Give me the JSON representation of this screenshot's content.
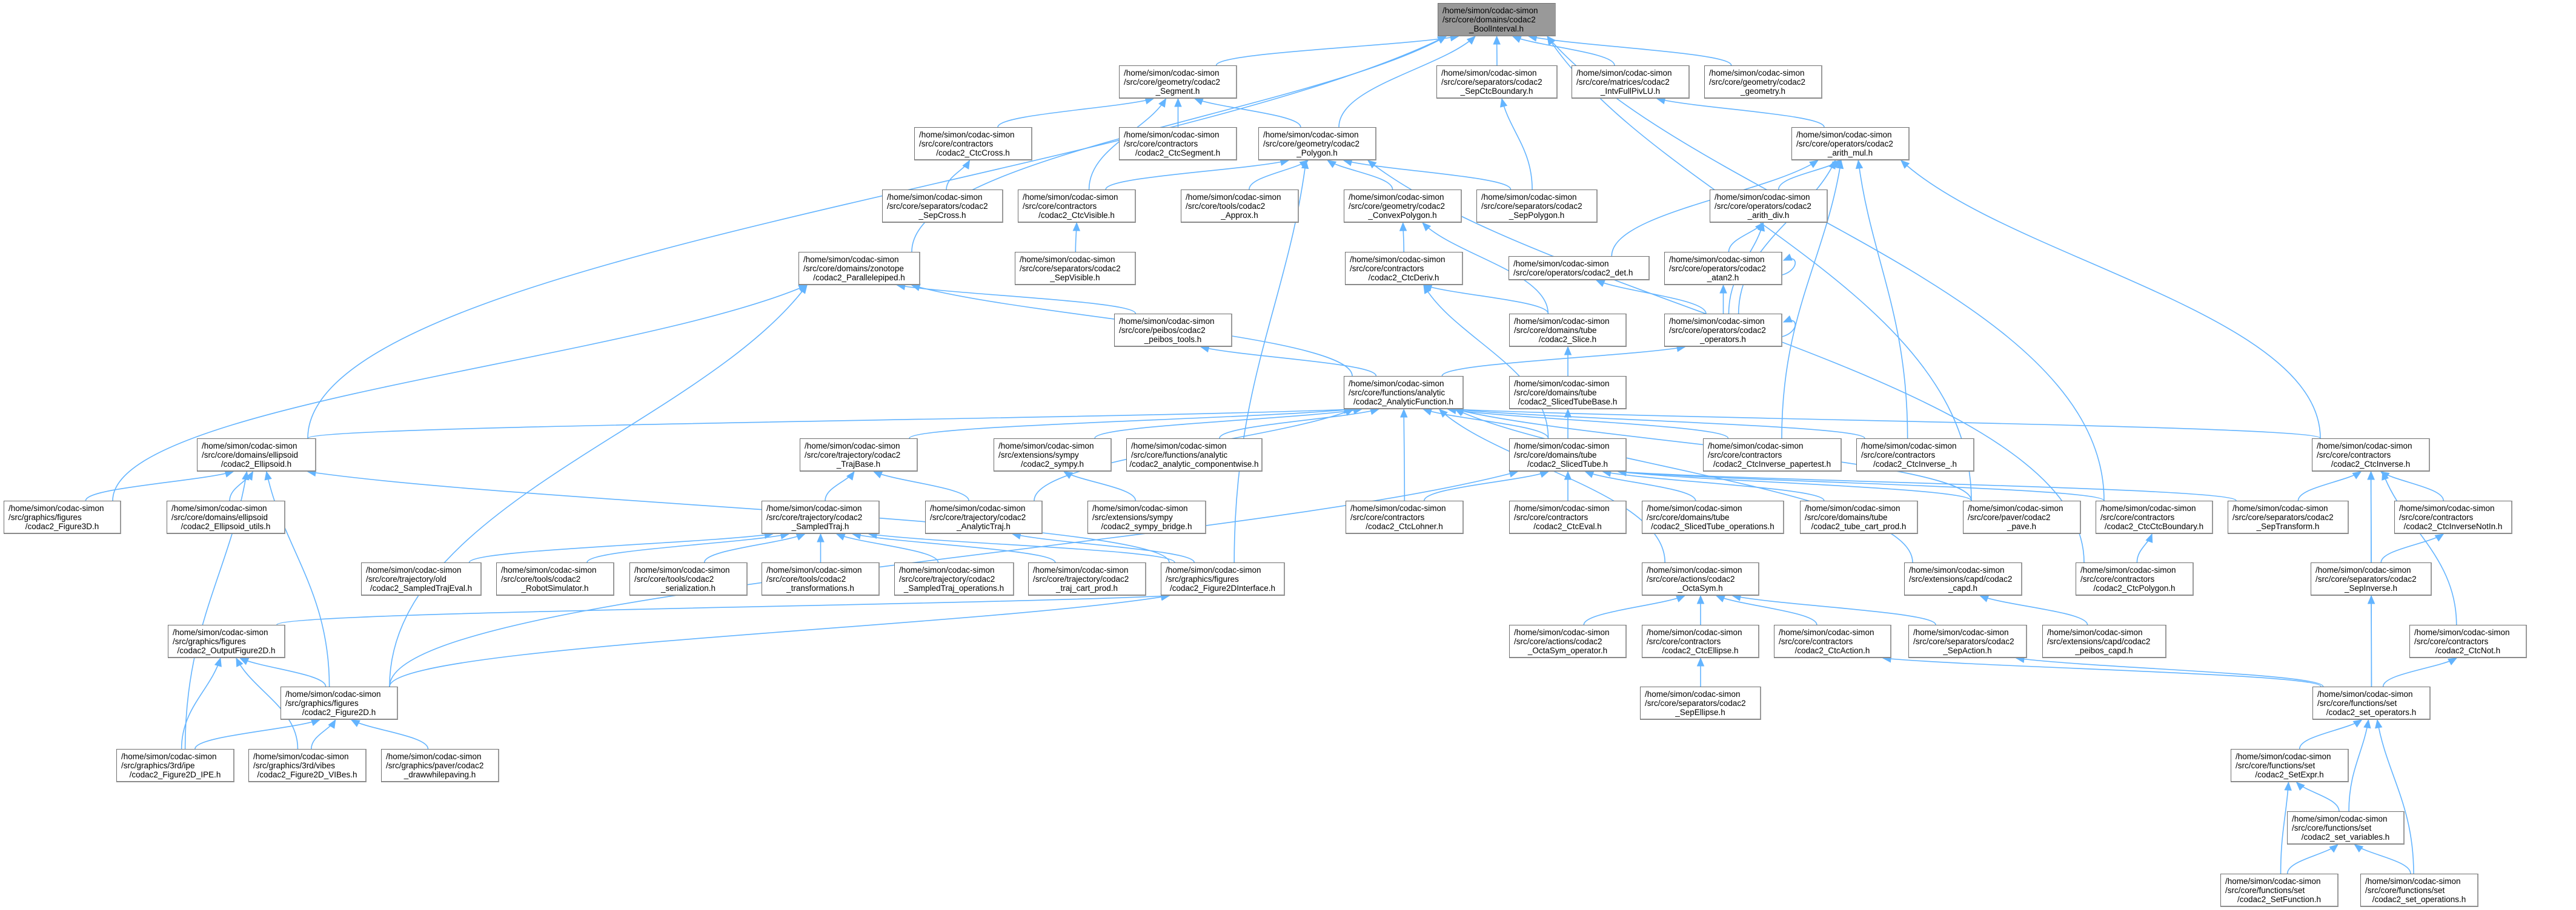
{
  "graph": {
    "type": "include-dependency-graph",
    "edge_color": "#63b4ff",
    "root_fill": "#999999",
    "nodes": {
      "BoolInterval": {
        "lines": [
          "/home/simon/codac-simon",
          "/src/core/domains/codac2",
          "_BoolInterval.h"
        ]
      },
      "Segment": {
        "lines": [
          "/home/simon/codac-simon",
          "/src/core/geometry/codac2",
          "_Segment.h"
        ]
      },
      "SepCtcBoundary": {
        "lines": [
          "/home/simon/codac-simon",
          "/src/core/separators/codac2",
          "_SepCtcBoundary.h"
        ]
      },
      "IntvFullPivLU": {
        "lines": [
          "/home/simon/codac-simon",
          "/src/core/matrices/codac2",
          "_IntvFullPivLU.h"
        ]
      },
      "geometry": {
        "lines": [
          "/home/simon/codac-simon",
          "/src/core/geometry/codac2",
          "_geometry.h"
        ]
      },
      "CtcCross": {
        "lines": [
          "/home/simon/codac-simon",
          "/src/core/contractors",
          "/codac2_CtcCross.h"
        ]
      },
      "CtcSegment": {
        "lines": [
          "/home/simon/codac-simon",
          "/src/core/contractors",
          "/codac2_CtcSegment.h"
        ]
      },
      "Polygon": {
        "lines": [
          "/home/simon/codac-simon",
          "/src/core/geometry/codac2",
          "_Polygon.h"
        ]
      },
      "arith_mul": {
        "lines": [
          "/home/simon/codac-simon",
          "/src/core/operators/codac2",
          "_arith_mul.h"
        ]
      },
      "SepCross": {
        "lines": [
          "/home/simon/codac-simon",
          "/src/core/separators/codac2",
          "_SepCross.h"
        ]
      },
      "CtcVisible": {
        "lines": [
          "/home/simon/codac-simon",
          "/src/core/contractors",
          "/codac2_CtcVisible.h"
        ]
      },
      "Approx": {
        "lines": [
          "/home/simon/codac-simon",
          "/src/core/tools/codac2",
          "_Approx.h"
        ]
      },
      "ConvexPolygon": {
        "lines": [
          "/home/simon/codac-simon",
          "/src/core/geometry/codac2",
          "_ConvexPolygon.h"
        ]
      },
      "SepPolygon": {
        "lines": [
          "/home/simon/codac-simon",
          "/src/core/separators/codac2",
          "_SepPolygon.h"
        ]
      },
      "arith_div": {
        "lines": [
          "/home/simon/codac-simon",
          "/src/core/operators/codac2",
          "_arith_div.h"
        ]
      },
      "Parallelepiped": {
        "lines": [
          "/home/simon/codac-simon",
          "/src/core/domains/zonotope",
          "/codac2_Parallelepiped.h"
        ]
      },
      "SepVisible": {
        "lines": [
          "/home/simon/codac-simon",
          "/src/core/separators/codac2",
          "_SepVisible.h"
        ]
      },
      "CtcDeriv": {
        "lines": [
          "/home/simon/codac-simon",
          "/src/core/contractors",
          "/codac2_CtcDeriv.h"
        ]
      },
      "det": {
        "lines": [
          "/home/simon/codac-simon",
          "/src/core/operators/codac2_det.h"
        ]
      },
      "atan2": {
        "lines": [
          "/home/simon/codac-simon",
          "/src/core/operators/codac2",
          "_atan2.h"
        ]
      },
      "peibos_tools": {
        "lines": [
          "/home/simon/codac-simon",
          "/src/core/peibos/codac2",
          "_peibos_tools.h"
        ]
      },
      "Slice": {
        "lines": [
          "/home/simon/codac-simon",
          "/src/core/domains/tube",
          "/codac2_Slice.h"
        ]
      },
      "operators": {
        "lines": [
          "/home/simon/codac-simon",
          "/src/core/operators/codac2",
          "_operators.h"
        ]
      },
      "AnalyticFunction": {
        "lines": [
          "/home/simon/codac-simon",
          "/src/core/functions/analytic",
          "/codac2_AnalyticFunction.h"
        ]
      },
      "SlicedTubeBase": {
        "lines": [
          "/home/simon/codac-simon",
          "/src/core/domains/tube",
          "/codac2_SlicedTubeBase.h"
        ]
      },
      "Ellipsoid": {
        "lines": [
          "/home/simon/codac-simon",
          "/src/core/domains/ellipsoid",
          "/codac2_Ellipsoid.h"
        ]
      },
      "TrajBase": {
        "lines": [
          "/home/simon/codac-simon",
          "/src/core/trajectory/codac2",
          "_TrajBase.h"
        ]
      },
      "sympy": {
        "lines": [
          "/home/simon/codac-simon",
          "/src/extensions/sympy",
          "/codac2_sympy.h"
        ]
      },
      "componentwise": {
        "lines": [
          "/home/simon/codac-simon",
          "/src/core/functions/analytic",
          "/codac2_analytic_componentwise.h"
        ]
      },
      "SlicedTube": {
        "lines": [
          "/home/simon/codac-simon",
          "/src/core/domains/tube",
          "/codac2_SlicedTube.h"
        ]
      },
      "CtcInverse_papertest": {
        "lines": [
          "/home/simon/codac-simon",
          "/src/core/contractors",
          "/codac2_CtcInverse_papertest.h"
        ]
      },
      "CtcInverse_": {
        "lines": [
          "/home/simon/codac-simon",
          "/src/core/contractors",
          "/codac2_CtcInverse_.h"
        ]
      },
      "CtcInverse": {
        "lines": [
          "/home/simon/codac-simon",
          "/src/core/contractors",
          "/codac2_CtcInverse.h"
        ]
      },
      "Figure3D": {
        "lines": [
          "/home/simon/codac-simon",
          "/src/graphics/figures",
          "/codac2_Figure3D.h"
        ]
      },
      "Ellipsoid_utils": {
        "lines": [
          "/home/simon/codac-simon",
          "/src/core/domains/ellipsoid",
          "/codac2_Ellipsoid_utils.h"
        ]
      },
      "SampledTraj": {
        "lines": [
          "/home/simon/codac-simon",
          "/src/core/trajectory/codac2",
          "_SampledTraj.h"
        ]
      },
      "AnalyticTraj": {
        "lines": [
          "/home/simon/codac-simon",
          "/src/core/trajectory/codac2",
          "_AnalyticTraj.h"
        ]
      },
      "sympy_bridge": {
        "lines": [
          "/home/simon/codac-simon",
          "/src/extensions/sympy",
          "/codac2_sympy_bridge.h"
        ]
      },
      "CtcLohner": {
        "lines": [
          "/home/simon/codac-simon",
          "/src/core/contractors",
          "/codac2_CtcLohner.h"
        ]
      },
      "CtcEval": {
        "lines": [
          "/home/simon/codac-simon",
          "/src/core/contractors",
          "/codac2_CtcEval.h"
        ]
      },
      "SlicedTube_operations": {
        "lines": [
          "/home/simon/codac-simon",
          "/src/core/domains/tube",
          "/codac2_SlicedTube_operations.h"
        ]
      },
      "tube_cart_prod": {
        "lines": [
          "/home/simon/codac-simon",
          "/src/core/domains/tube",
          "/codac2_tube_cart_prod.h"
        ]
      },
      "pave": {
        "lines": [
          "/home/simon/codac-simon",
          "/src/core/paver/codac2",
          "_pave.h"
        ]
      },
      "CtcCtcBoundary": {
        "lines": [
          "/home/simon/codac-simon",
          "/src/core/contractors",
          "/codac2_CtcCtcBoundary.h"
        ]
      },
      "SepTransform": {
        "lines": [
          "/home/simon/codac-simon",
          "/src/core/separators/codac2",
          "_SepTransform.h"
        ]
      },
      "CtcInverseNotIn": {
        "lines": [
          "/home/simon/codac-simon",
          "/src/core/contractors",
          "/codac2_CtcInverseNotIn.h"
        ]
      },
      "SampledTrajEval": {
        "lines": [
          "/home/simon/codac-simon",
          "/src/core/trajectory/old",
          "/codac2_SampledTrajEval.h"
        ]
      },
      "RobotSimulator": {
        "lines": [
          "/home/simon/codac-simon",
          "/src/core/tools/codac2",
          "_RobotSimulator.h"
        ]
      },
      "serialization": {
        "lines": [
          "/home/simon/codac-simon",
          "/src/core/tools/codac2",
          "_serialization.h"
        ]
      },
      "transformations": {
        "lines": [
          "/home/simon/codac-simon",
          "/src/core/tools/codac2",
          "_transformations.h"
        ]
      },
      "SampledTraj_operations": {
        "lines": [
          "/home/simon/codac-simon",
          "/src/core/trajectory/codac2",
          "_SampledTraj_operations.h"
        ]
      },
      "traj_cart_prod": {
        "lines": [
          "/home/simon/codac-simon",
          "/src/core/trajectory/codac2",
          "_traj_cart_prod.h"
        ]
      },
      "Figure2DInterface": {
        "lines": [
          "/home/simon/codac-simon",
          "/src/graphics/figures",
          "/codac2_Figure2DInterface.h"
        ]
      },
      "OctaSym": {
        "lines": [
          "/home/simon/codac-simon",
          "/src/core/actions/codac2",
          "_OctaSym.h"
        ]
      },
      "capd": {
        "lines": [
          "/home/simon/codac-simon",
          "/src/extensions/capd/codac2",
          "_capd.h"
        ]
      },
      "CtcPolygon": {
        "lines": [
          "/home/simon/codac-simon",
          "/src/core/contractors",
          "/codac2_CtcPolygon.h"
        ]
      },
      "SepInverse": {
        "lines": [
          "/home/simon/codac-simon",
          "/src/core/separators/codac2",
          "_SepInverse.h"
        ]
      },
      "OutputFigure2D": {
        "lines": [
          "/home/simon/codac-simon",
          "/src/graphics/figures",
          "/codac2_OutputFigure2D.h"
        ]
      },
      "OctaSym_operator": {
        "lines": [
          "/home/simon/codac-simon",
          "/src/core/actions/codac2",
          "_OctaSym_operator.h"
        ]
      },
      "CtcEllipse": {
        "lines": [
          "/home/simon/codac-simon",
          "/src/core/contractors",
          "/codac2_CtcEllipse.h"
        ]
      },
      "CtcAction": {
        "lines": [
          "/home/simon/codac-simon",
          "/src/core/contractors",
          "/codac2_CtcAction.h"
        ]
      },
      "SepAction": {
        "lines": [
          "/home/simon/codac-simon",
          "/src/core/separators/codac2",
          "_SepAction.h"
        ]
      },
      "peibos_capd": {
        "lines": [
          "/home/simon/codac-simon",
          "/src/extensions/capd/codac2",
          "_peibos_capd.h"
        ]
      },
      "CtcNot": {
        "lines": [
          "/home/simon/codac-simon",
          "/src/core/contractors",
          "/codac2_CtcNot.h"
        ]
      },
      "Figure2D": {
        "lines": [
          "/home/simon/codac-simon",
          "/src/graphics/figures",
          "/codac2_Figure2D.h"
        ]
      },
      "SepEllipse": {
        "lines": [
          "/home/simon/codac-simon",
          "/src/core/separators/codac2",
          "_SepEllipse.h"
        ]
      },
      "set_operators": {
        "lines": [
          "/home/simon/codac-simon",
          "/src/core/functions/set",
          "/codac2_set_operators.h"
        ]
      },
      "Figure2D_IPE": {
        "lines": [
          "/home/simon/codac-simon",
          "/src/graphics/3rd/ipe",
          "/codac2_Figure2D_IPE.h"
        ]
      },
      "Figure2D_VIBes": {
        "lines": [
          "/home/simon/codac-simon",
          "/src/graphics/3rd/vibes",
          "/codac2_Figure2D_VIBes.h"
        ]
      },
      "drawwhilepaving": {
        "lines": [
          "/home/simon/codac-simon",
          "/src/graphics/paver/codac2",
          "_drawwhilepaving.h"
        ]
      },
      "SetExpr": {
        "lines": [
          "/home/simon/codac-simon",
          "/src/core/functions/set",
          "/codac2_SetExpr.h"
        ]
      },
      "set_variables": {
        "lines": [
          "/home/simon/codac-simon",
          "/src/core/functions/set",
          "/codac2_set_variables.h"
        ]
      },
      "SetFunction": {
        "lines": [
          "/home/simon/codac-simon",
          "/src/core/functions/set",
          "/codac2_SetFunction.h"
        ]
      },
      "set_operations": {
        "lines": [
          "/home/simon/codac-simon",
          "/src/core/functions/set",
          "/codac2_set_operations.h"
        ]
      }
    },
    "root": "BoolInterval",
    "edges": [
      [
        "Segment",
        "BoolInterval"
      ],
      [
        "SepCtcBoundary",
        "BoolInterval"
      ],
      [
        "IntvFullPivLU",
        "BoolInterval"
      ],
      [
        "geometry",
        "BoolInterval"
      ],
      [
        "Polygon",
        "BoolInterval"
      ],
      [
        "Parallelepiped",
        "BoolInterval"
      ],
      [
        "Ellipsoid",
        "BoolInterval"
      ],
      [
        "pave",
        "BoolInterval"
      ],
      [
        "CtcCtcBoundary",
        "BoolInterval"
      ],
      [
        "CtcCross",
        "Segment"
      ],
      [
        "CtcSegment",
        "Segment"
      ],
      [
        "Polygon",
        "Segment"
      ],
      [
        "CtcVisible",
        "Segment"
      ],
      [
        "CtcVisible",
        "Polygon"
      ],
      [
        "Approx",
        "Polygon"
      ],
      [
        "ConvexPolygon",
        "Polygon"
      ],
      [
        "SepPolygon",
        "Polygon"
      ],
      [
        "CtcPolygon",
        "Polygon"
      ],
      [
        "Figure2DInterface",
        "Polygon"
      ],
      [
        "SepPolygon",
        "SepCtcBoundary"
      ],
      [
        "arith_mul",
        "IntvFullPivLU"
      ],
      [
        "SepCross",
        "CtcCross"
      ],
      [
        "SepVisible",
        "CtcVisible"
      ],
      [
        "CtcDeriv",
        "ConvexPolygon"
      ],
      [
        "Slice",
        "ConvexPolygon"
      ],
      [
        "Slice",
        "CtcDeriv"
      ],
      [
        "SlicedTube",
        "CtcDeriv"
      ],
      [
        "operators",
        "det"
      ],
      [
        "operators",
        "atan2"
      ],
      [
        "atan2",
        "atan2"
      ],
      [
        "operators",
        "operators"
      ],
      [
        "atan2",
        "arith_div"
      ],
      [
        "operators",
        "arith_div"
      ],
      [
        "arith_div",
        "arith_mul"
      ],
      [
        "det",
        "arith_mul"
      ],
      [
        "operators",
        "arith_mul"
      ],
      [
        "CtcInverse_papertest",
        "arith_mul"
      ],
      [
        "CtcInverse_",
        "arith_mul"
      ],
      [
        "CtcInverse",
        "arith_mul"
      ],
      [
        "AnalyticFunction",
        "operators"
      ],
      [
        "peibos_tools",
        "Parallelepiped"
      ],
      [
        "AnalyticFunction",
        "Parallelepiped"
      ],
      [
        "Figure3D",
        "Parallelepiped"
      ],
      [
        "Figure2D",
        "Parallelepiped"
      ],
      [
        "AnalyticFunction",
        "peibos_tools"
      ],
      [
        "SlicedTubeBase",
        "Slice"
      ],
      [
        "SlicedTube",
        "SlicedTubeBase"
      ],
      [
        "Ellipsoid",
        "AnalyticFunction"
      ],
      [
        "TrajBase",
        "AnalyticFunction"
      ],
      [
        "sympy",
        "AnalyticFunction"
      ],
      [
        "componentwise",
        "AnalyticFunction"
      ],
      [
        "AnalyticTraj",
        "AnalyticFunction"
      ],
      [
        "CtcLohner",
        "AnalyticFunction"
      ],
      [
        "SlicedTube",
        "AnalyticFunction"
      ],
      [
        "CtcInverse_papertest",
        "AnalyticFunction"
      ],
      [
        "CtcInverse_",
        "AnalyticFunction"
      ],
      [
        "CtcInverse",
        "AnalyticFunction"
      ],
      [
        "OctaSym",
        "AnalyticFunction"
      ],
      [
        "capd",
        "AnalyticFunction"
      ],
      [
        "pave",
        "AnalyticFunction"
      ],
      [
        "Figure3D",
        "Ellipsoid"
      ],
      [
        "Ellipsoid_utils",
        "Ellipsoid"
      ],
      [
        "Figure2D_IPE",
        "Ellipsoid"
      ],
      [
        "Figure2D",
        "Ellipsoid"
      ],
      [
        "Figure2DInterface",
        "Ellipsoid"
      ],
      [
        "SampledTraj",
        "TrajBase"
      ],
      [
        "AnalyticTraj",
        "TrajBase"
      ],
      [
        "sympy_bridge",
        "sympy"
      ],
      [
        "SampledTrajEval",
        "SampledTraj"
      ],
      [
        "RobotSimulator",
        "SampledTraj"
      ],
      [
        "serialization",
        "SampledTraj"
      ],
      [
        "transformations",
        "SampledTraj"
      ],
      [
        "SampledTraj_operations",
        "SampledTraj"
      ],
      [
        "traj_cart_prod",
        "SampledTraj"
      ],
      [
        "Figure2DInterface",
        "SampledTraj"
      ],
      [
        "Figure2DInterface",
        "AnalyticTraj"
      ],
      [
        "OutputFigure2D",
        "Figure2DInterface"
      ],
      [
        "Figure2D",
        "Figure2DInterface"
      ],
      [
        "Figure2D_IPE",
        "OutputFigure2D"
      ],
      [
        "Figure2D_VIBes",
        "OutputFigure2D"
      ],
      [
        "Figure2D",
        "OutputFigure2D"
      ],
      [
        "Figure2D_IPE",
        "Figure2D"
      ],
      [
        "Figure2D_VIBes",
        "Figure2D"
      ],
      [
        "drawwhilepaving",
        "Figure2D"
      ],
      [
        "CtcLohner",
        "SlicedTube"
      ],
      [
        "CtcEval",
        "SlicedTube"
      ],
      [
        "SlicedTube_operations",
        "SlicedTube"
      ],
      [
        "tube_cart_prod",
        "SlicedTube"
      ],
      [
        "pave",
        "SlicedTube"
      ],
      [
        "CtcCtcBoundary",
        "SlicedTube"
      ],
      [
        "SepTransform",
        "SlicedTube"
      ],
      [
        "Figure2D",
        "SlicedTube"
      ],
      [
        "OctaSym_operator",
        "OctaSym"
      ],
      [
        "CtcEllipse",
        "OctaSym"
      ],
      [
        "CtcAction",
        "OctaSym"
      ],
      [
        "SepAction",
        "OctaSym"
      ],
      [
        "SepEllipse",
        "CtcEllipse"
      ],
      [
        "peibos_capd",
        "capd"
      ],
      [
        "CtcPolygon",
        "CtcCtcBoundary"
      ],
      [
        "SepTransform",
        "CtcInverse"
      ],
      [
        "CtcInverseNotIn",
        "CtcInverse"
      ],
      [
        "SepInverse",
        "CtcInverse"
      ],
      [
        "CtcNot",
        "CtcInverse"
      ],
      [
        "set_operators",
        "CtcInverse"
      ],
      [
        "SepInverse",
        "CtcInverseNotIn"
      ],
      [
        "set_operators",
        "SepInverse"
      ],
      [
        "set_operators",
        "CtcNot"
      ],
      [
        "set_operators",
        "CtcAction"
      ],
      [
        "set_operators",
        "SepAction"
      ],
      [
        "SetExpr",
        "set_operators"
      ],
      [
        "set_variables",
        "set_operators"
      ],
      [
        "set_operations",
        "set_operators"
      ],
      [
        "set_variables",
        "SetExpr"
      ],
      [
        "SetFunction",
        "SetExpr"
      ],
      [
        "SetFunction",
        "set_variables"
      ],
      [
        "set_operations",
        "set_variables"
      ]
    ]
  }
}
